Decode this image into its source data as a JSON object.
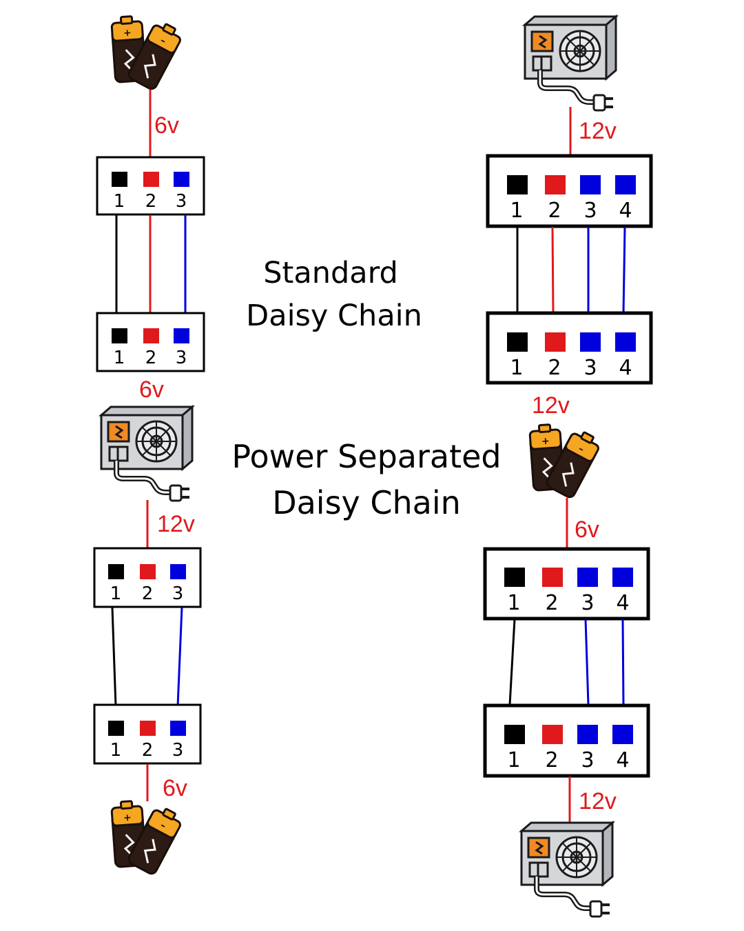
{
  "titles": {
    "standard_line1": "Standard",
    "standard_line2": "Daisy Chain",
    "power_line1": "Power Separated",
    "power_line2": "Daisy Chain"
  },
  "voltages": {
    "std3_top": "6v",
    "std3_bottom": "6v",
    "std4_top": "12v",
    "std4_bottom": "12v",
    "ps3_top": "12v",
    "ps3_bottom": "6v",
    "ps4_top": "6v",
    "ps4_bottom": "12v"
  },
  "pins3": [
    "1",
    "2",
    "3"
  ],
  "pins4": [
    "1",
    "2",
    "3",
    "4"
  ],
  "colors": {
    "ground": "#000000",
    "power": "#e0191c",
    "signal": "#0000dd",
    "battery_body": "#2b1b14",
    "battery_top": "#f5a623",
    "psu_body": "#d4d6da",
    "psu_label": "#f08a24"
  },
  "icons": {
    "battery": "battery-pair-icon",
    "power_supply": "power-supply-icon"
  }
}
